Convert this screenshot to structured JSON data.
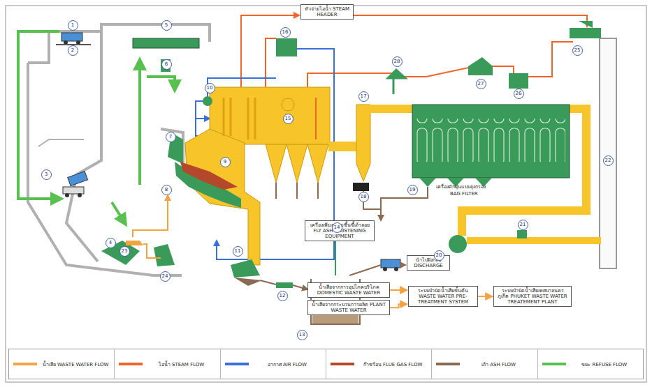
{
  "diagram": {
    "nodes": [
      {
        "text": [
          "หัวจ่ายไอน้ำ STEAM HEADER"
        ]
      },
      {
        "text": [
          "เครื่องเพิ่มความชื้นขี้เถ้าลอย FLY ASH MOISTENING EQUIPMENT"
        ]
      },
      {
        "text": [
          "นำไปฝังกลบ DISCHARGE"
        ]
      },
      {
        "text": [
          "น้ำเสียจากการอุปโภคบริโภค DOMESTIC WASTE WATER"
        ]
      },
      {
        "text": [
          "น้ำเสียจากกระบวนการผลิต PLANT WASTE WATER"
        ]
      },
      {
        "text": [
          "ระบบบำบัดน้ำเสียขั้นต้น WASTE WATER PRE-TREATMENT SYSTEM"
        ]
      },
      {
        "text": [
          "ระบบบำบัดน้ำเสียเทศบาลนครภูเก็ต PHUKET WASTE WATER TREATEMENT PLANT"
        ]
      }
    ],
    "edges": [
      {
        "from": 3,
        "to": 5,
        "arrow": "to"
      },
      {
        "from": 4,
        "to": 5,
        "arrow": "to"
      },
      {
        "from": 5,
        "to": 6,
        "arrow": "to"
      }
    ],
    "labels": [
      "1",
      "2",
      "3",
      "4",
      "5",
      "6",
      "7",
      "8",
      "9",
      "10",
      "11",
      "12",
      "13",
      "14",
      "15",
      "16",
      "17",
      "18",
      "19",
      "20",
      "21",
      "22",
      "23",
      "24",
      "25",
      "26",
      "27",
      "28",
      "เครื่องดักฝุ่นแบบถุงกรอง",
      "BAG FILTER"
    ],
    "legend": [
      {
        "text": "น้ำเสีย WASTE WATER FLOW",
        "color": "#f4a340"
      },
      {
        "text": "ไอน้ำ STEAM FLOW",
        "color": "#f0642a"
      },
      {
        "text": "อากาศ AIR FLOW",
        "color": "#3b6fd8"
      },
      {
        "text": "ก๊าซร้อน FLUE GAS FLOW",
        "color": "#b5482a"
      },
      {
        "text": "เถ้า ASH FLOW",
        "color": "#8a6a50"
      },
      {
        "text": "ขยะ REFUSE FLOW",
        "color": "#58c04e"
      }
    ]
  }
}
